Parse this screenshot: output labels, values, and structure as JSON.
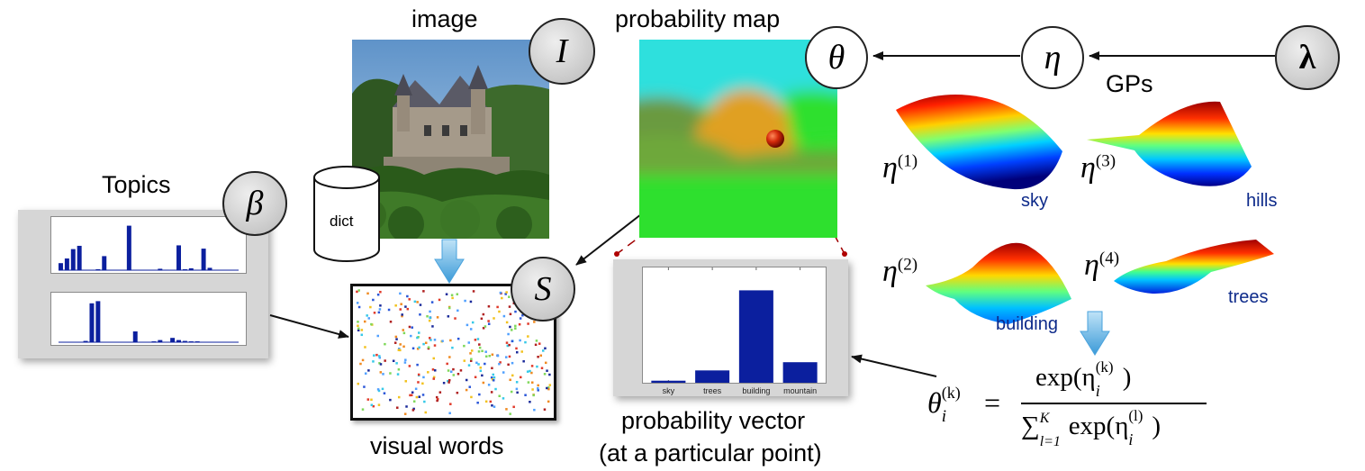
{
  "labels": {
    "image": "image",
    "probability_map": "probability map",
    "gps": "GPs",
    "topics": "Topics",
    "dict": "dict",
    "visual_words": "visual words",
    "prob_vector_line1": "probability vector",
    "prob_vector_line2": "(at a particular point)"
  },
  "nodes": {
    "I": "I",
    "theta": "θ",
    "eta": "η",
    "lambda": "λ",
    "beta": "β",
    "S": "S"
  },
  "surfaces": [
    {
      "eta_base": "η",
      "eta_sup": "(1)",
      "name": "sky"
    },
    {
      "eta_base": "η",
      "eta_sup": "(3)",
      "name": "hills"
    },
    {
      "eta_base": "η",
      "eta_sup": "(2)",
      "name": "building"
    },
    {
      "eta_base": "η",
      "eta_sup": "(4)",
      "name": "trees"
    }
  ],
  "formula": {
    "lhs": "θ",
    "lhs_sub": "i",
    "lhs_sup": "(k)",
    "equals": "=",
    "numerator": "exp(η",
    "num_sub": "i",
    "num_sup": "(k)",
    "num_close": ")",
    "denominator_sum": "∑",
    "sum_upper": "K",
    "sum_lower": "l=1",
    "denominator": "exp(η",
    "den_sub": "i",
    "den_sup": "(l)",
    "den_close": ")"
  },
  "chart_data": {
    "type": "bar",
    "categories": [
      "sky",
      "trees",
      "building",
      "mountain"
    ],
    "values": [
      0.02,
      0.12,
      0.9,
      0.2
    ],
    "ylim": [
      0,
      1
    ],
    "color": "#0b1f9e"
  },
  "topic_histograms": [
    {
      "values": [
        0.15,
        0.25,
        0.45,
        0.52,
        0,
        0,
        0.02,
        0.3,
        0,
        0,
        0,
        0.95,
        0,
        0,
        0,
        0,
        0.03,
        0.01,
        0,
        0.53,
        0.02,
        0.04,
        0,
        0.46,
        0.05,
        0,
        0,
        0,
        0
      ]
    },
    {
      "values": [
        0,
        0,
        0,
        0,
        0.03,
        0.9,
        0.95,
        0.01,
        0,
        0,
        0,
        0.01,
        0.25,
        0,
        0,
        0.02,
        0.05,
        0.01,
        0.1,
        0.05,
        0.03,
        0.02,
        0.02,
        0,
        0,
        0,
        0,
        0,
        0
      ]
    }
  ],
  "colors": {
    "bar_blue": "#0b1f9e",
    "label_blue": "#0d2a8a",
    "arrow_blue": "#6ab8e8",
    "panel_gray": "#d6d6d6",
    "dashed_red": "#a00000"
  }
}
